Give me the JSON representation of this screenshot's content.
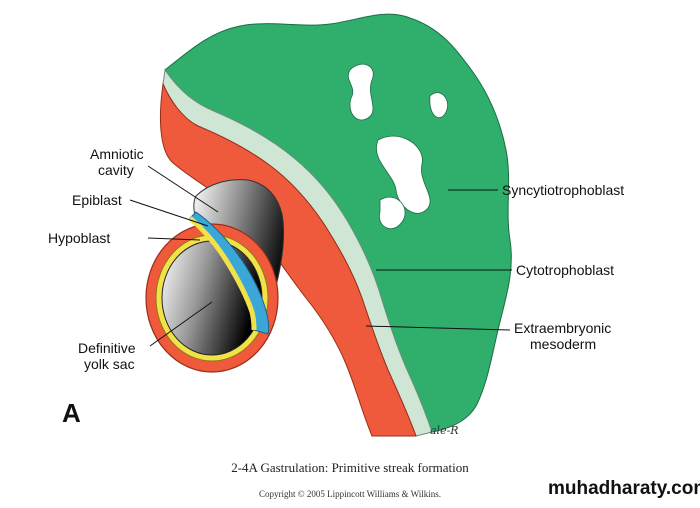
{
  "labels": {
    "amniotic_1": "Amniotic",
    "amniotic_2": "cavity",
    "epiblast": "Epiblast",
    "hypoblast": "Hypoblast",
    "yolk_1": "Definitive",
    "yolk_2": "yolk sac",
    "syncytio": "Syncytiotrophoblast",
    "cyto": "Cytotrophoblast",
    "extra_1": "Extraembryonic",
    "extra_2": "mesoderm"
  },
  "panel_letter": "A",
  "caption": "2-4A Gastrulation: Primitive streak formation",
  "copyright": "Copyright © 2005 Lippincott Williams & Wilkins.",
  "watermark": "muhadharaty.com",
  "signature": "ale-R",
  "colors": {
    "syncytiotrophoblast": "#2fae6c",
    "cytotrophoblast": "#cfe6d4",
    "mesoderm": "#ef5a3c",
    "epiblast": "#3aa7d8",
    "hypoblast": "#f2e24a"
  }
}
